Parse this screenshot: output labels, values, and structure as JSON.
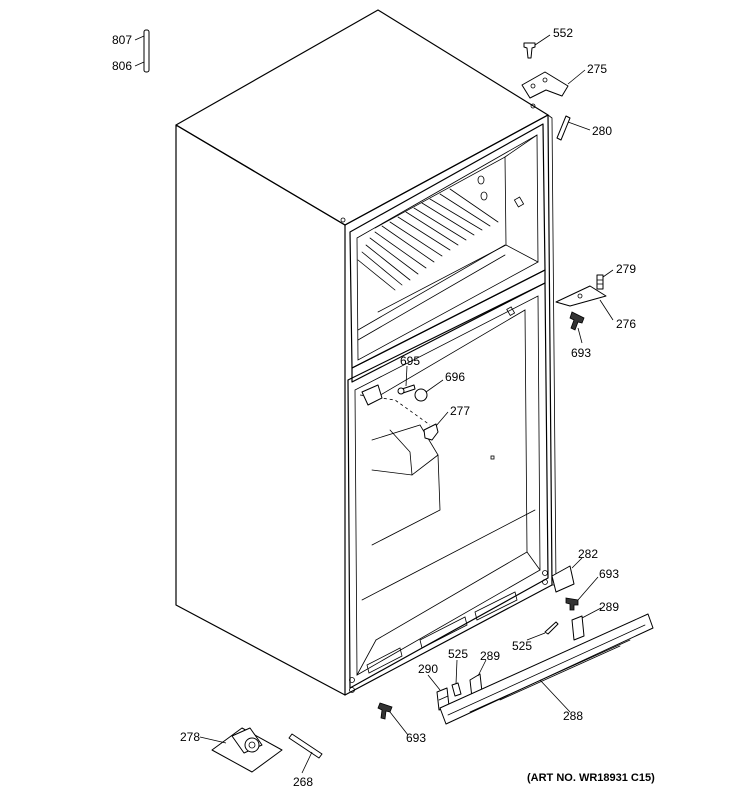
{
  "callouts": {
    "c807": "807",
    "c806": "806",
    "c552": "552",
    "c275": "275",
    "c280": "280",
    "c279": "279",
    "c276": "276",
    "c693a": "693",
    "c695": "695",
    "c696": "696",
    "c277": "277",
    "c282": "282",
    "c693b": "693",
    "c289a": "289",
    "c525a": "525",
    "c525b": "525",
    "c289b": "289",
    "c290": "290",
    "c288": "288",
    "c693c": "693",
    "c278": "278",
    "c268": "268"
  },
  "art_number": "(ART NO. WR18931 C15)"
}
